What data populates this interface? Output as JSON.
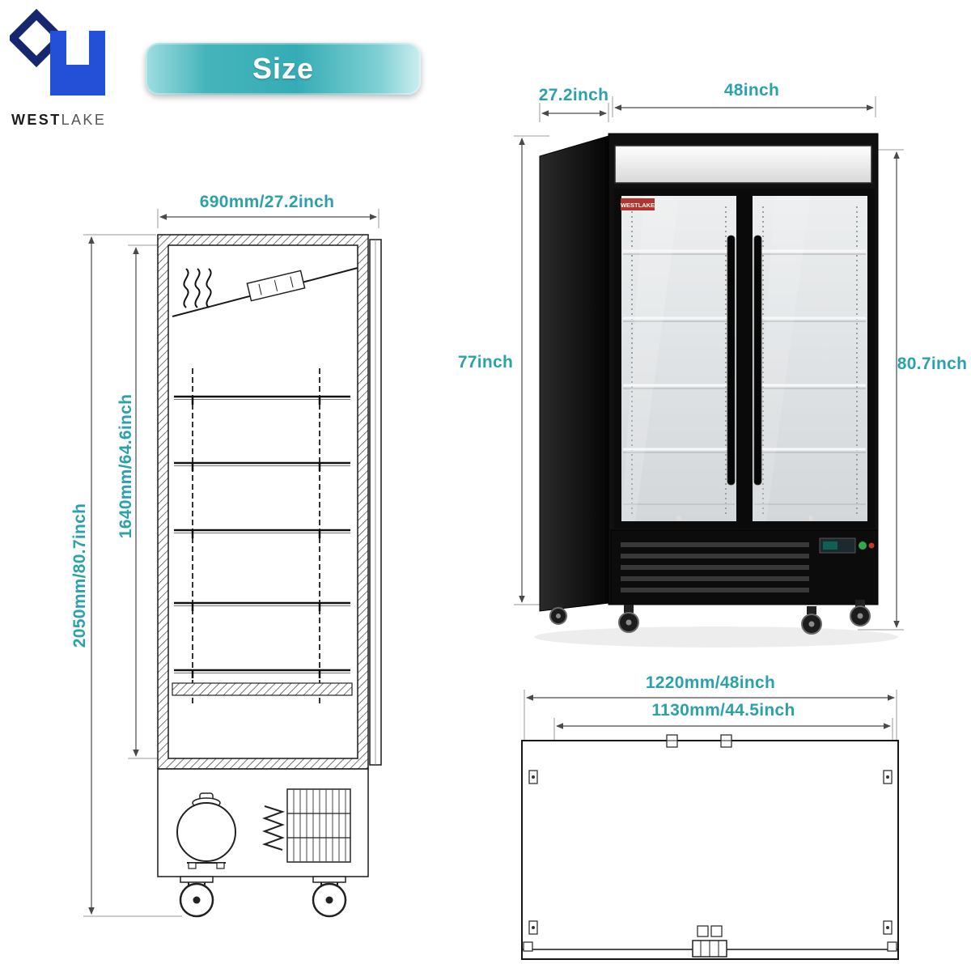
{
  "brand": {
    "name_bold": "WEST",
    "name_light": "LAKE"
  },
  "size_badge": {
    "label": "Size"
  },
  "side_view": {
    "top_width": "690mm/27.2inch",
    "overall_height": "2050mm/80.7inch",
    "interior_height": "1640mm/64.6inch"
  },
  "front_view": {
    "depth": "27.2inch",
    "width": "48inch",
    "height_left": "77inch",
    "height_right": "80.7inch",
    "door_logo": "WESTLAKE"
  },
  "bottom_view": {
    "outer_width": "1220mm/48inch",
    "inner_width": "1130mm/44.5inch"
  },
  "colors": {
    "dimension_text": "#2ba1a8",
    "badge_teal": "#35acb4",
    "logo_navy": "#17276f",
    "logo_blue": "#2450d8",
    "door_logo_red": "#b23430"
  }
}
